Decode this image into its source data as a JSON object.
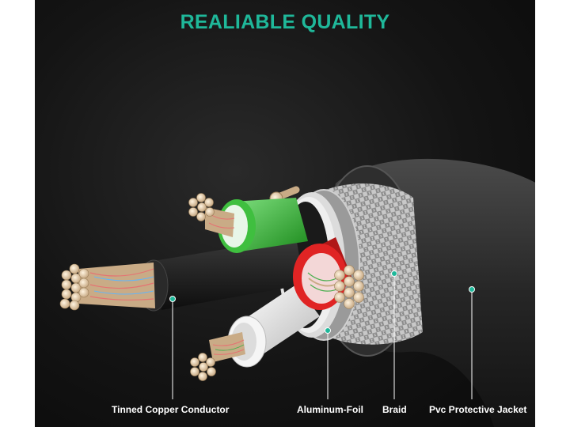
{
  "title": "REALIABLE QUALITY",
  "labels": {
    "tinned_copper": "Tinned Copper Conductor",
    "aluminum_foil": "Aluminum-Foil",
    "braid": "Braid",
    "pvc_jacket": "Pvc Protective Jacket"
  },
  "colors": {
    "accent": "#1fb89a",
    "background": "#141414",
    "wire_green": "#3fbf3f",
    "wire_red": "#e02424",
    "wire_white": "#f2f2f2",
    "wire_black": "#1c1c1c",
    "copper": "#e8d6b8"
  }
}
